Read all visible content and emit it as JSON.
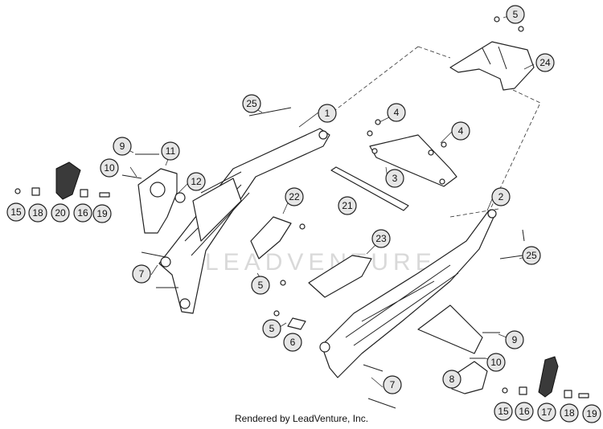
{
  "watermark": "LEADVENTURE",
  "footer": "Rendered by LeadVenture, Inc.",
  "callouts": {
    "c1": "1",
    "c2": "2",
    "c3": "3",
    "c4a": "4",
    "c4b": "4",
    "c5a": "5",
    "c5b": "5",
    "c5c": "5",
    "c6": "6",
    "c7a": "7",
    "c7b": "7",
    "c8": "8",
    "c9a": "9",
    "c9b": "9",
    "c10a": "10",
    "c10b": "10",
    "c11": "11",
    "c12": "12",
    "c15a": "15",
    "c15b": "15",
    "c16a": "16",
    "c16b": "16",
    "c17": "17",
    "c18a": "18",
    "c18b": "18",
    "c19a": "19",
    "c19b": "19",
    "c20": "20",
    "c21": "21",
    "c22": "22",
    "c23": "23",
    "c24": "24",
    "c25a": "25",
    "c25b": "25"
  }
}
